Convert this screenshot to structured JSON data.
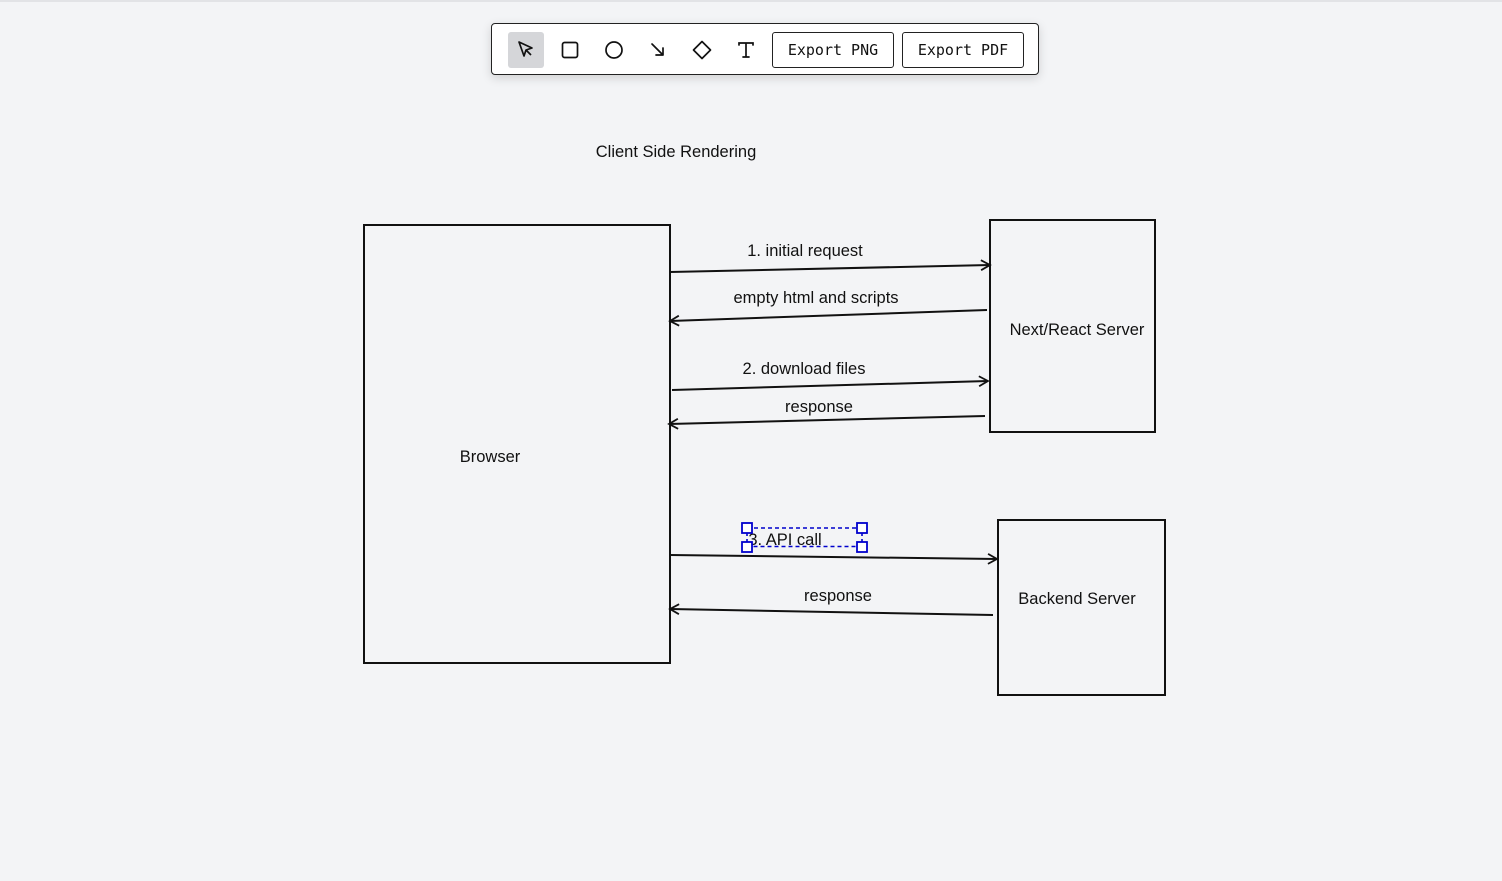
{
  "toolbar": {
    "tools": [
      {
        "name": "select",
        "icon": "cursor-arrow-icon",
        "active": true
      },
      {
        "name": "rectangle",
        "icon": "square-icon",
        "active": false
      },
      {
        "name": "ellipse",
        "icon": "circle-icon",
        "active": false
      },
      {
        "name": "arrow",
        "icon": "arrow-down-right-icon",
        "active": false
      },
      {
        "name": "diamond",
        "icon": "diamond-icon",
        "active": false
      },
      {
        "name": "text",
        "icon": "text-t-icon",
        "active": false
      }
    ],
    "export_png": "Export PNG",
    "export_pdf": "Export PDF"
  },
  "diagram": {
    "title": "Client Side Rendering",
    "nodes": {
      "browser": "Browser",
      "next_server": "Next/React Server",
      "backend": "Backend Server"
    },
    "edges": {
      "initial_request": "1. initial request",
      "empty_html": "empty html and scripts",
      "download_files": "2. download files",
      "response_1": "response",
      "api_call": "3. API call",
      "response_2": "response"
    },
    "selected_edge_label": "api_call",
    "selection_color": "#0000cc"
  }
}
